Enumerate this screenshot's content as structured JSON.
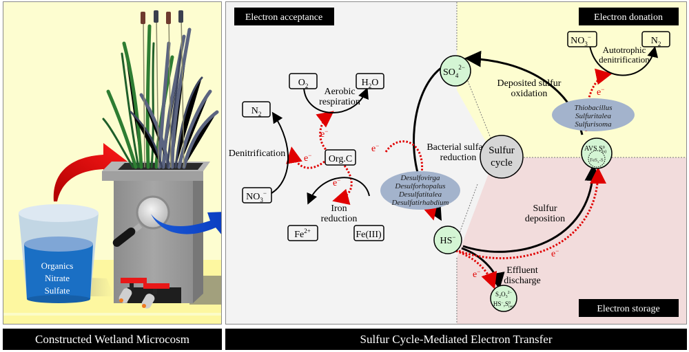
{
  "left_panel": {
    "caption": "Constructed Wetland Microcosm",
    "beaker_labels": [
      "Organics",
      "Nitrate",
      "Sulfate"
    ],
    "colors": {
      "background": "#fdfdd0",
      "floor": "#fdf7a0",
      "water": "#1a6fc4",
      "inflow_arrow": "#cc0000",
      "outflow_arrow": "#1450d0",
      "tank": "#9a9a9a"
    }
  },
  "right_panel": {
    "caption": "Sulfur Cycle-Mediated Electron Transfer",
    "zones": {
      "acceptance": {
        "label": "Electron acceptance",
        "color": "#f3f3f3"
      },
      "donation": {
        "label": "Electron donation",
        "color": "#fdfdd0"
      },
      "storage": {
        "label": "Electron storage",
        "color": "#f2dcdc"
      }
    },
    "center": {
      "line1": "Sulfur",
      "line2": "cycle"
    },
    "electron_symbol": "e",
    "electron_sup": "−",
    "acceptance_nodes": {
      "o2": {
        "base": "O",
        "sub": "2"
      },
      "h2o": {
        "pre": "H",
        "sub": "2",
        "post": "O"
      },
      "n2": {
        "base": "N",
        "sub": "2"
      },
      "no3": {
        "base": "NO",
        "sub": "3",
        "sup": "−"
      },
      "orgc": "Org.C",
      "fe2": {
        "base": "Fe",
        "sup": "2+"
      },
      "fe3": "Fe(III)"
    },
    "acceptance_processes": {
      "aerobic": [
        "Aerobic",
        "respiration"
      ],
      "denitrification": "Denitrification",
      "iron": [
        "Iron",
        "reduction"
      ]
    },
    "sulfur_nodes": {
      "so4": {
        "base": "SO",
        "sub": "4",
        "sup": "2−"
      },
      "hs": {
        "base": "HS",
        "sup": "−"
      },
      "avs": {
        "top": "AVS S",
        "top_sup": "0",
        "top_sub": "(s)",
        "inner": "FeS",
        "inner_sub": "x",
        "inner_post": "-S"
      },
      "effluent": {
        "l1_base": "S",
        "l1_sub1": "2",
        "l1_mid": "O",
        "l1_sub2": "3",
        "l1_sup": "2−",
        "l2": "HS",
        "l2_sup": "−",
        "l2_post": ",S",
        "l2_s_sup": "0",
        "l2_s_sub": "(aq)"
      }
    },
    "sulfur_processes": {
      "bsr": [
        "Bacterial sulfate",
        "reduction"
      ],
      "oxidation": [
        "Deposited sulfur",
        "oxidation"
      ],
      "deposition": [
        "Sulfur",
        "deposition"
      ],
      "effluent": [
        "Effluent",
        "discharge"
      ],
      "autotrophic": [
        "Autotrophic",
        "denitrification"
      ]
    },
    "donation_nodes": {
      "no3": {
        "base": "NO",
        "sub": "3",
        "sup": "−"
      },
      "n2": {
        "base": "N",
        "sub": "2"
      }
    },
    "srb_genera": [
      "Desulfovirga",
      "Desulforhopalus",
      "Desulfatitalea",
      "Desulfatirhabdium"
    ],
    "sob_genera": [
      "Thiobacillus",
      "Sulfuritalea",
      "Sulfurisoma"
    ],
    "colors": {
      "node_fill": "#d4f5d4",
      "center_fill": "#d6d6d6",
      "ellipse_fill": "#a3b3cc",
      "electron": "#e00000",
      "flow": "#000000"
    }
  }
}
